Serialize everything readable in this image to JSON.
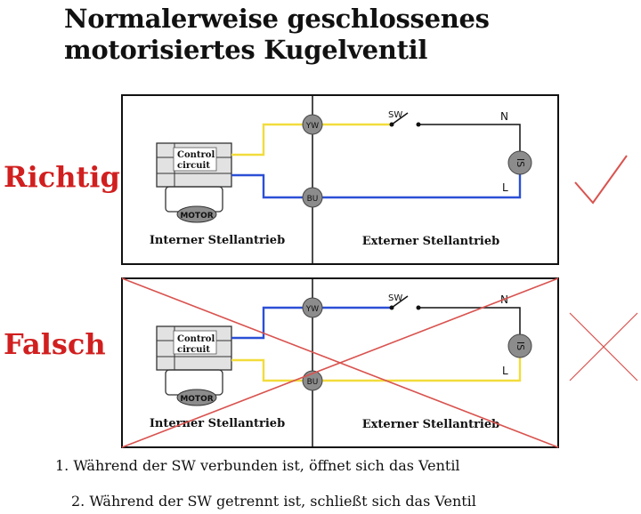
{
  "title_line1": "Normalerweise geschlossenes",
  "title_line2": "motorisiertes Kugelventil",
  "colors": {
    "label_red": "#d11f1f",
    "wire_yellow": "#f2dc3c",
    "wire_blue": "#2b4fd6",
    "cross_red": "#d9534f",
    "terminal_gray": "#8c8c8c"
  },
  "panels": [
    {
      "status_label": "Richtig",
      "status_mark": "check",
      "internal_label": "Interner Stellantrieb",
      "external_label": "Externer Stellantrieb",
      "control_line1": "Control",
      "control_line2": "circuit",
      "motor_label": "MOTOR",
      "terminal_top": "YW",
      "terminal_bottom": "BU",
      "switch_label": "SW",
      "neutral_label": "N",
      "live_label": "L",
      "source_label": "IS",
      "wiring": "yellow-to-YW, blue-to-BU"
    },
    {
      "status_label": "Falsch",
      "status_mark": "cross",
      "internal_label": "Interner Stellantrieb",
      "external_label": "Externer Stellantrieb",
      "control_line1": "Control",
      "control_line2": "circuit",
      "motor_label": "MOTOR",
      "terminal_top": "YW",
      "terminal_bottom": "BU",
      "switch_label": "SW",
      "neutral_label": "N",
      "live_label": "L",
      "source_label": "IS",
      "wiring": "blue-to-YW, yellow-to-BU (crossed out)"
    }
  ],
  "notes": [
    "1. Während der SW verbunden ist, öffnet sich das Ventil",
    "2. Während der SW getrennt ist, schließt sich das Ventil"
  ]
}
